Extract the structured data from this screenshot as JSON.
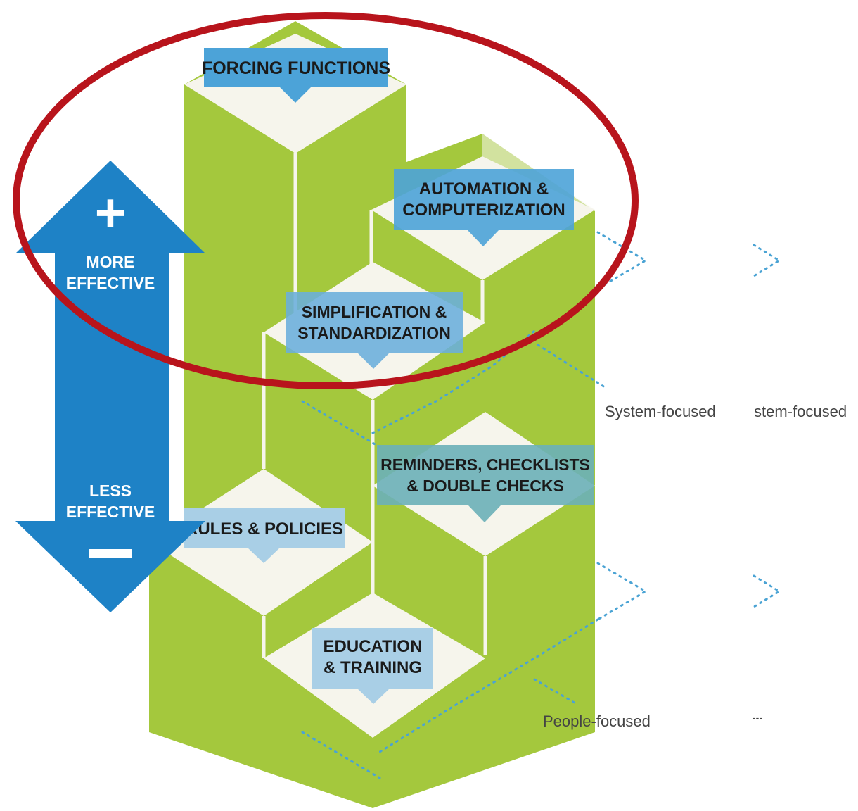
{
  "colors": {
    "green": "#a4c83d",
    "green_dark": "#94b832",
    "cream": "#f6f5ec",
    "blue_arrow": "#1e82c6",
    "label_blue_strong": "#4ca3d8",
    "label_blue_light": "#a9cfe6",
    "label_teal": "#6cb0b8",
    "highlight_ellipse": "#b8141c",
    "dots": "#4aa3d4"
  },
  "arrow": {
    "plus_symbol": "+",
    "top_line1": "MORE",
    "top_line2": "EFFECTIVE",
    "bottom_line1": "LESS",
    "bottom_line2": "EFFECTIVE",
    "minus_symbol": "–"
  },
  "levels": [
    {
      "line1": "FORCING FUNCTIONS",
      "line2": ""
    },
    {
      "line1": "AUTOMATION &",
      "line2": "COMPUTERIZATION"
    },
    {
      "line1": "SIMPLIFICATION &",
      "line2": "STANDARDIZATION"
    },
    {
      "line1": "REMINDERS, CHECKLISTS",
      "line2": "& DOUBLE CHECKS"
    },
    {
      "line1": "RULES & POLICIES",
      "line2": ""
    },
    {
      "line1": "EDUCATION",
      "line2": "& TRAINING"
    }
  ],
  "focus_labels": {
    "system": "System-focused",
    "system_clipped": "stem-focused",
    "people": "People-focused",
    "people_clipped": "---"
  },
  "highlight": {
    "shape": "ellipse",
    "color": "#b8141c"
  }
}
